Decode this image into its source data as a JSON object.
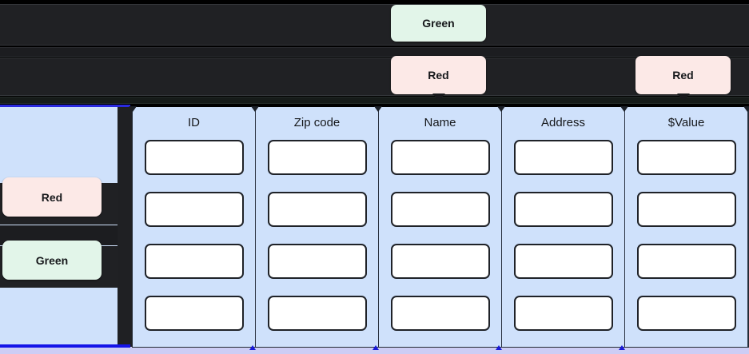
{
  "window": {
    "background_color": "#000000",
    "dark_row_color": "#202124",
    "panel_color": "#cfe1fb",
    "accent_blue": "#1414e8",
    "bottom_strip_color": "#cdcdf5"
  },
  "tooltips": [
    {
      "id": "top-green",
      "label": "Green",
      "variant": "green",
      "color": "#e2f5e9"
    },
    {
      "id": "mid-red",
      "label": "Red",
      "variant": "red",
      "color": "#fce9e7"
    },
    {
      "id": "right-red",
      "label": "Red",
      "variant": "red",
      "color": "#fce9e7"
    },
    {
      "id": "side-red",
      "label": "Red",
      "variant": "red",
      "color": "#fce9e7"
    },
    {
      "id": "side-green",
      "label": "Green",
      "variant": "green",
      "color": "#e2f5e9"
    }
  ],
  "table": {
    "columns": [
      {
        "header": "ID",
        "name": "column-id"
      },
      {
        "header": "Zip code",
        "name": "column-zip-code"
      },
      {
        "header": "Name",
        "name": "column-name"
      },
      {
        "header": "Address",
        "name": "column-address"
      },
      {
        "header": "$Value",
        "name": "column-value"
      }
    ],
    "row_count": 4,
    "cells": [
      [
        "",
        "",
        "",
        "",
        ""
      ],
      [
        "",
        "",
        "",
        "",
        ""
      ],
      [
        "",
        "",
        "",
        "",
        ""
      ],
      [
        "",
        "",
        "",
        "",
        ""
      ]
    ]
  }
}
